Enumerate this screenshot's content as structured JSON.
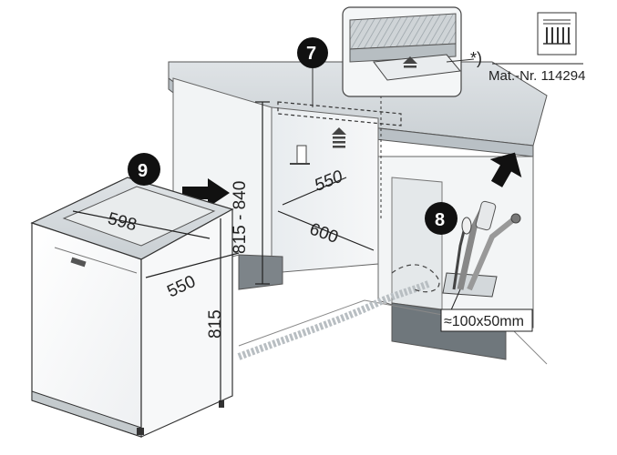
{
  "callouts": {
    "step_7": "7",
    "step_8": "8",
    "step_9": "9"
  },
  "dimensions": {
    "appliance_width": "598",
    "appliance_depth": "550",
    "appliance_height": "815",
    "niche_height": "815 - 840",
    "niche_depth": "550",
    "niche_width": "600",
    "floor_opening": "≈100x50mm"
  },
  "inset": {
    "footnote_mark": "*)",
    "material_number": "Mat.-Nr. 114294"
  },
  "icons": [
    "arrow-up-icon",
    "arrow-right-icon",
    "vapour-protection-icon",
    "accessory-bag-icon"
  ]
}
